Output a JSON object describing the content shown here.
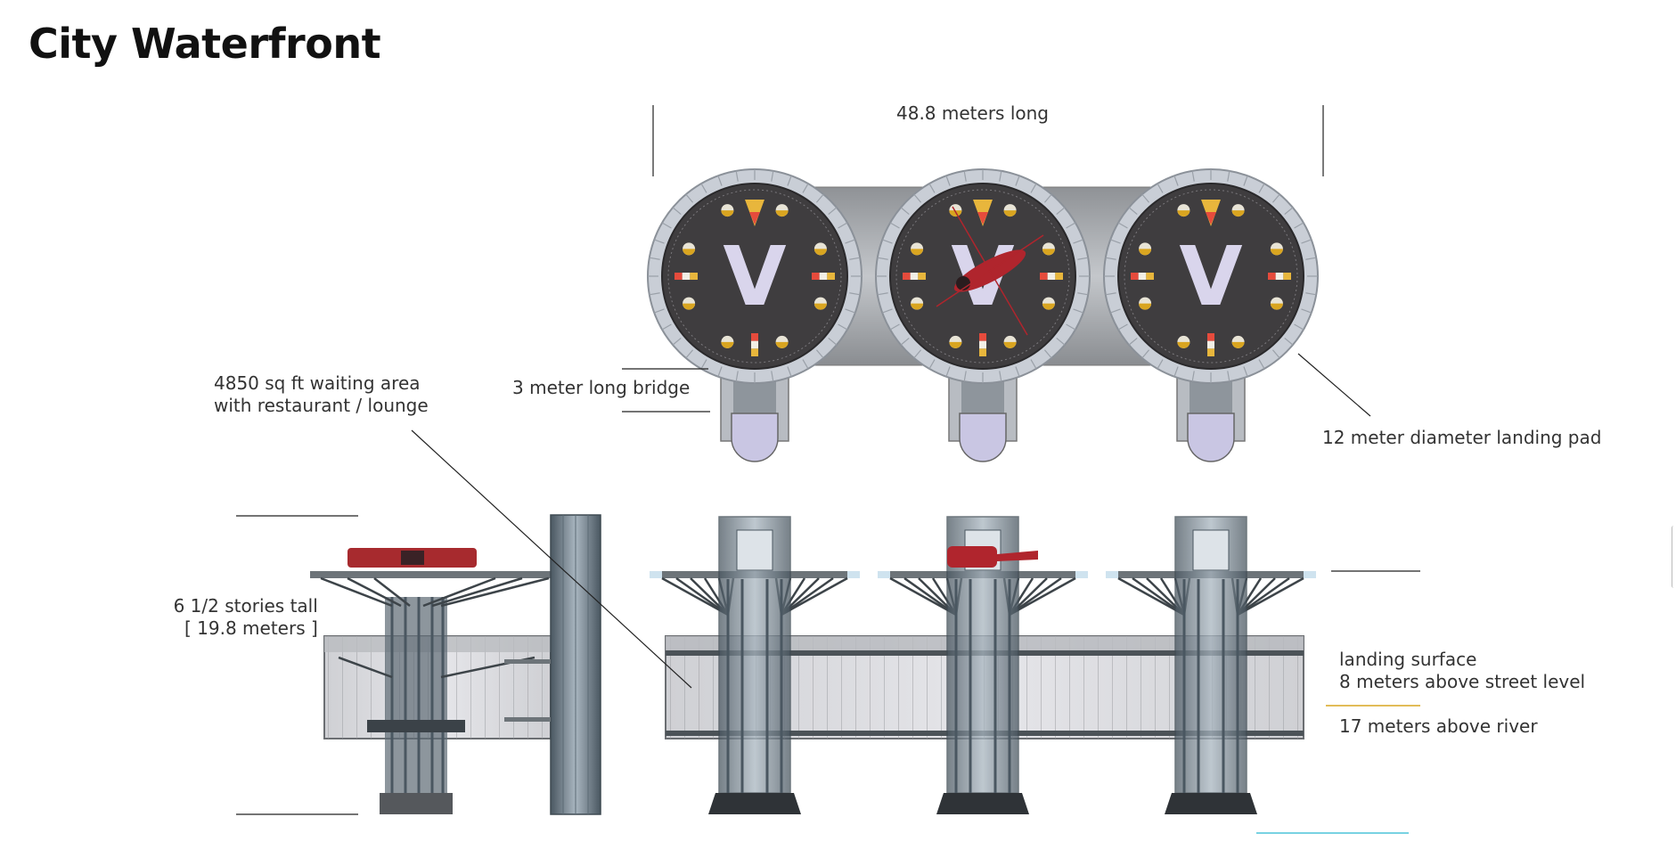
{
  "title": "City Waterfront",
  "annotations": {
    "length": "48.8 meters long",
    "waiting_area": [
      "4850 sq ft waiting area",
      "with restaurant / lounge"
    ],
    "bridge": "3 meter long bridge",
    "pad_diameter": "12 meter diameter landing pad",
    "height": [
      "6 1/2 stories tall",
      "[ 19.8 meters ]"
    ],
    "landing_surface": [
      "landing surface",
      "8 meters above street level"
    ],
    "river": "17 meters above river"
  },
  "pads": [
    {
      "letter": "V",
      "has_helicopter": false
    },
    {
      "letter": "V",
      "has_helicopter": true
    },
    {
      "letter": "V",
      "has_helicopter": false
    }
  ],
  "colors": {
    "pad_surface": "#3f3d3f",
    "pad_rim": "#c9ced6",
    "pad_letter": "#d9d5ec",
    "helicopter": "#b0252d",
    "glass": "#d8d8dc",
    "leader_gold": "#d9a520",
    "leader_cyan": "#4cc3d9"
  }
}
